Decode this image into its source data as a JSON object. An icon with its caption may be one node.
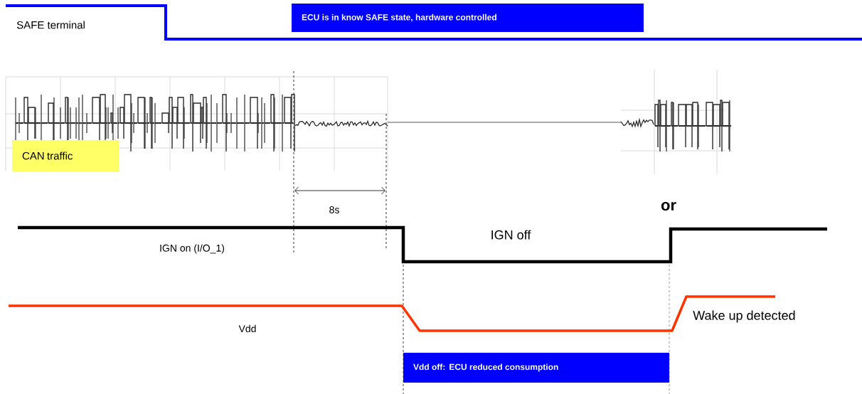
{
  "diagram": {
    "nodes": [
      {
        "text": [
          "ECU is in know SAFE state, hardware controlled"
        ]
      },
      {
        "text": [
          "CAN traffic"
        ]
      },
      {
        "text": [
          "Vdd off: ECU reduced consumption"
        ]
      }
    ],
    "labels": [
      "SAFE terminal",
      "8s",
      "or",
      "IGN off",
      "IGN on (I/O_1)",
      "Vdd",
      "Wake up detected"
    ]
  }
}
